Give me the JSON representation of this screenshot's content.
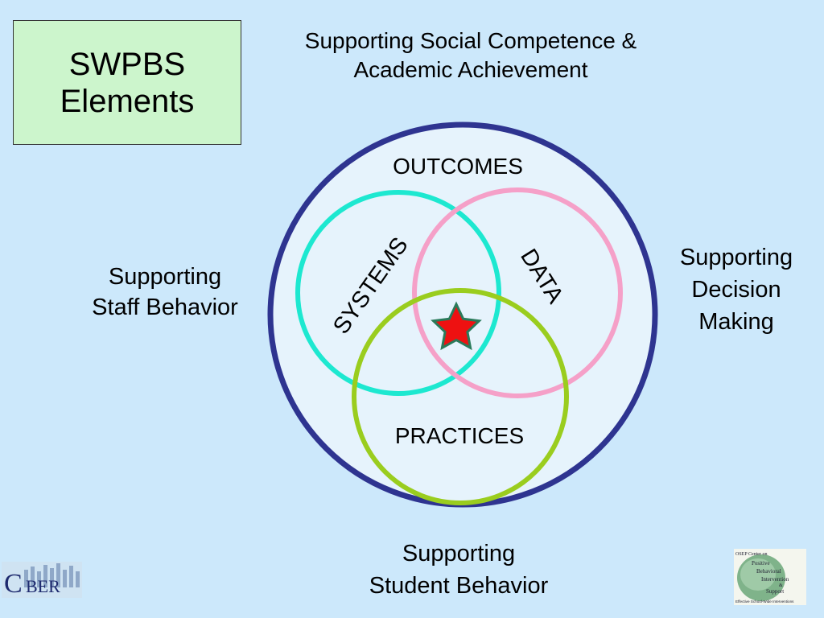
{
  "title": {
    "line1": "SWPBS",
    "line2": "Elements"
  },
  "top_caption": {
    "line1": "Supporting Social Competence &",
    "line2": "Academic Achievement"
  },
  "left_caption": {
    "line1": "Supporting",
    "line2": "Staff Behavior"
  },
  "right_caption": {
    "line1": "Supporting",
    "line2": "Decision",
    "line3": "Making"
  },
  "bottom_caption": {
    "line1": "Supporting",
    "line2": "Student Behavior"
  },
  "diagram": {
    "outer_label": "OUTCOMES",
    "systems_label": "SYSTEMS",
    "data_label": "DATA",
    "practices_label": "PRACTICES",
    "colors": {
      "outer_ring": "#2e3490",
      "outer_fill": "#e6f3fc",
      "systems_ring": "#1de8d0",
      "data_ring": "#f5a0c8",
      "practices_ring": "#9acd1e",
      "star_fill": "#ee1111",
      "star_stroke": "#2a7a5a"
    }
  },
  "logos": {
    "left_text_big": "C",
    "left_text_small": "BER",
    "right_lines": [
      "OSEP Center on",
      "Positive",
      "Behavioral",
      "Intervention",
      "&",
      "Support",
      "Effective School-Wide Interventions"
    ]
  }
}
